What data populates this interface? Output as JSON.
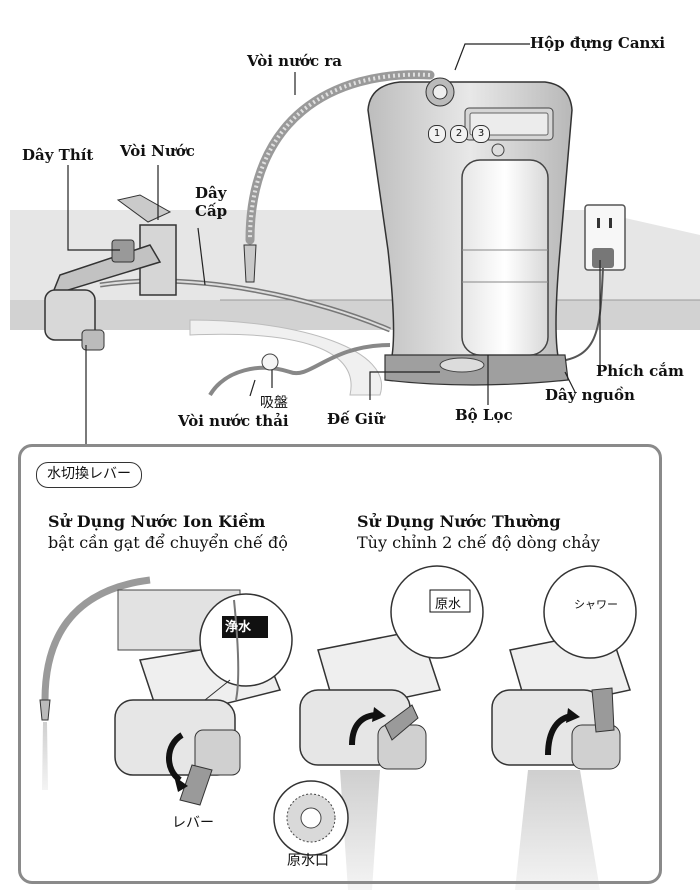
{
  "labels": {
    "canxi_box": "Hộp đựng Canxi",
    "outlet_hose": "Vòi nước ra",
    "tie_wire": "Dây Thít",
    "faucet": "Vòi Nước",
    "supply_hose_1": "Dây",
    "supply_hose_2": "Cấp",
    "plug": "Phích cắm",
    "power_cord": "Dây nguồn",
    "drain_hose": "Vòi nước thải",
    "suction_cup": "吸盤",
    "base_holder": "Đế Giữ",
    "filter": "Bộ Lọc"
  },
  "display_buttons": [
    "1",
    "2",
    "3"
  ],
  "panel": {
    "tag": "水切換レバー",
    "left_title": "Sử Dụng Nước Ion Kiềm",
    "left_sub": "bật cần gạt để chuyển chế độ",
    "right_title": "Sử Dụng Nước Thường",
    "right_sub": "Tùy chỉnh 2 chế độ dòng chảy",
    "mode_labels": [
      "浄水",
      "原水",
      "シャワー"
    ],
    "lever": "レバー",
    "raw_outlet": "原水口"
  }
}
